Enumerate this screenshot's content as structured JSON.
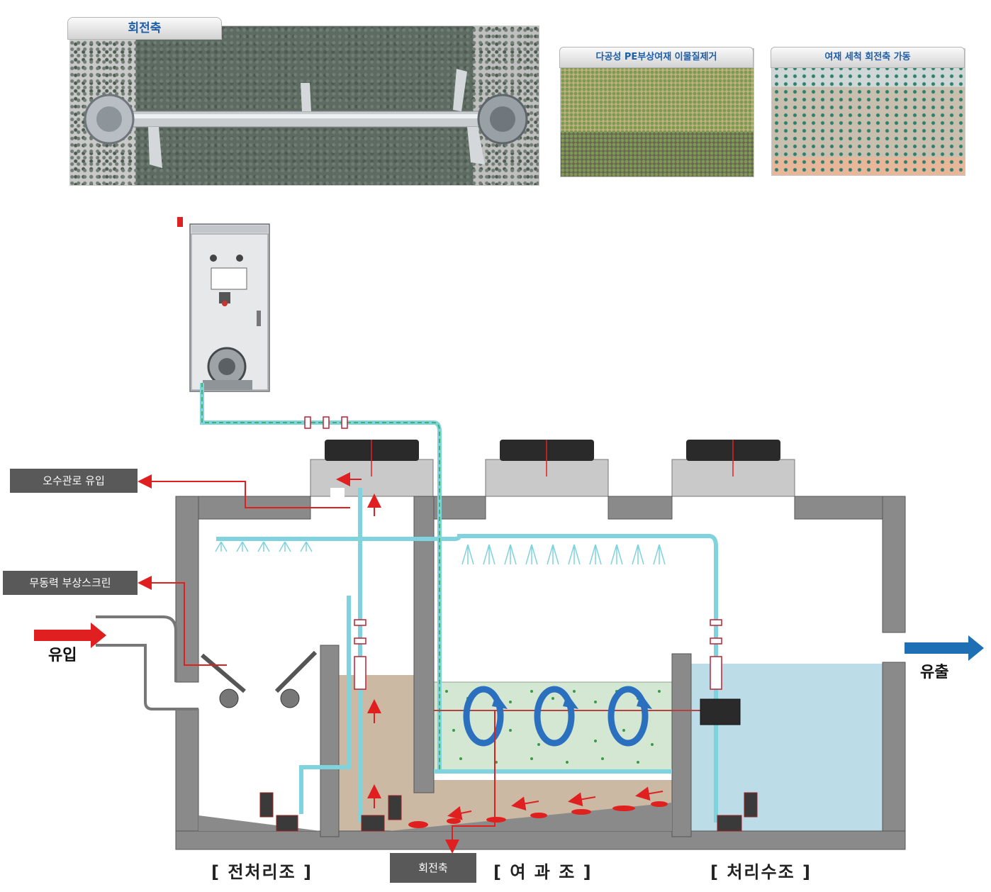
{
  "photos": {
    "main_tab": "회전축",
    "pe_tab": "다공성 PE부상여재 이물질제거",
    "wash_tab": "여재 세척 회전축 가동"
  },
  "callouts": {
    "sewer_inflow": "오수관로 유입",
    "floating_screen": "무동력 부상스크린",
    "rotating_shaft": "회전축"
  },
  "flow": {
    "inflow": "유입",
    "outflow": "유출"
  },
  "tanks": {
    "pretreatment": "[ 전처리조 ]",
    "filtration": "[ 여 과 조 ]",
    "treated_water": "[ 처리수조 ]"
  },
  "colors": {
    "wall": "#8a8a8a",
    "pipe": "#7fd3dc",
    "sludge_water": "#c9b59e",
    "treated_water": "#bcdce8",
    "arrow_red": "#e02020",
    "arrow_blue": "#1f6fb5",
    "rotation": "#2b6fbf",
    "label_bg": "#595959"
  }
}
